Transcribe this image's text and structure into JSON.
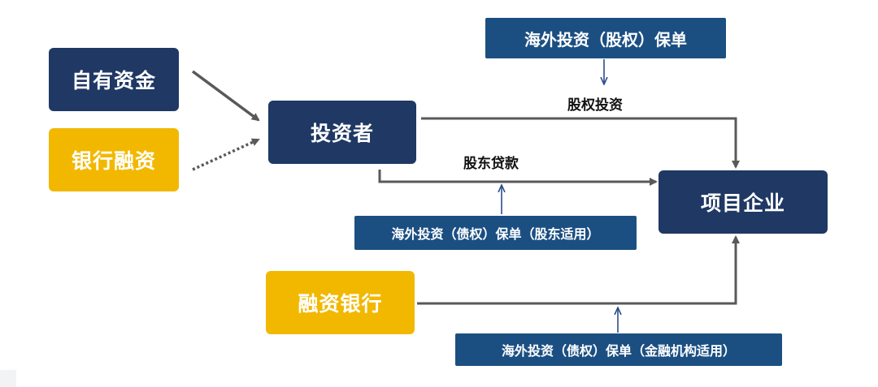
{
  "sources": {
    "own_funds": "自有资金",
    "bank_financing": "银行融资"
  },
  "nodes": {
    "investor": "投资者",
    "project_company": "项目企业",
    "financing_bank": "融资银行"
  },
  "flows": {
    "equity_investment": "股权投资",
    "shareholder_loan": "股东贷款"
  },
  "policies": {
    "equity_policy": "海外投资（股权）保单",
    "debt_policy_shareholder": "海外投资（债权）保单（股东适用）",
    "debt_policy_financial": "海外投资（债权）保单（金融机构适用）"
  },
  "colors": {
    "navy": "#1f3864",
    "gold": "#f2b800",
    "policy_blue": "#1b4f82",
    "connector_gray": "#595959",
    "arrow_blue": "#2e4d8a"
  }
}
